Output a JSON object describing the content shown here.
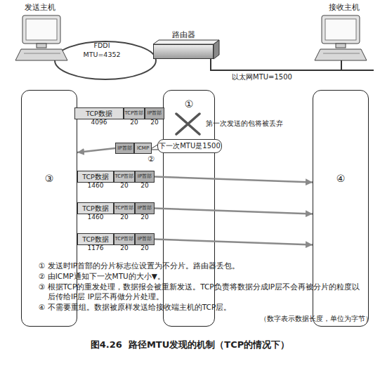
{
  "diagram": {
    "caption": "图4.26  路径MTU发现的机制（TCP的情况下）",
    "nodes": [
      {
        "text": [
          "路由器"
        ]
      },
      {
        "text": [
          "③"
        ]
      },
      {
        "text": [
          "①"
        ]
      },
      {
        "text": [
          "④"
        ]
      },
      {
        "text": [
          "TCP数据",
          "4096"
        ]
      },
      {
        "text": [
          "TCP首部",
          "20"
        ]
      },
      {
        "text": [
          "IP首部",
          "20"
        ]
      },
      {
        "text": [
          "IP首部"
        ]
      },
      {
        "text": [
          "ICMP"
        ]
      },
      {
        "text": [
          "下一次MTU是1500"
        ]
      },
      {
        "text": [
          "TCP数据",
          "1460"
        ]
      },
      {
        "text": [
          "TCP首部",
          "20"
        ]
      },
      {
        "text": [
          "IP首部",
          "20"
        ]
      },
      {
        "text": [
          "TCP数据",
          "1460"
        ]
      },
      {
        "text": [
          "TCP首部",
          "20"
        ]
      },
      {
        "text": [
          "IP首部",
          "20"
        ]
      },
      {
        "text": [
          "TCP数据",
          "1176"
        ]
      },
      {
        "text": [
          "TCP首部",
          "20"
        ]
      },
      {
        "text": [
          "IP首部",
          "20"
        ]
      }
    ],
    "edges": [
      {
        "from": 7,
        "to": 1,
        "arrow": "to"
      },
      {
        "from": 12,
        "to": 3,
        "arrow": "to"
      },
      {
        "from": 15,
        "to": 3,
        "arrow": "to"
      },
      {
        "from": 18,
        "to": 3,
        "arrow": "to"
      }
    ],
    "labels": [
      "发送主机",
      "FDDI MTU=4352",
      "接收主机",
      "以太网MTU=1500",
      "第一次发送的包将被丢弃",
      "②",
      "① 发送时IP首部的分片标志位设置为不分片。路由器丢包。",
      "② 由ICMP通知下一次MTU的大小▼。",
      "③ 根据TCP的重发处理，数据报会被重新发送。TCP负责将数据分成IP层不会再被分片的粒度以后传给IP层 IP层不再做分片处理。",
      "④ 不需要重组。数据被原样发送给接收端主机的TCP层。",
      "（数字表示数据长度，单位为字节）"
    ]
  }
}
